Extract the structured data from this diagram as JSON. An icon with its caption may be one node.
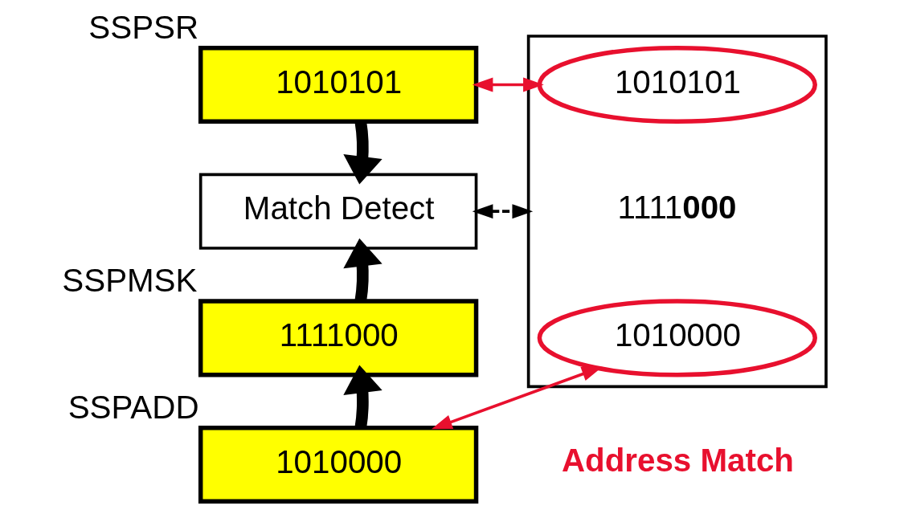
{
  "diagram": {
    "nodes": [
      {
        "text": [
          "1010101"
        ],
        "beside": [
          "SSPSR"
        ]
      },
      {
        "text": [
          "Match Detect"
        ]
      },
      {
        "text": [
          "1111000"
        ],
        "beside": [
          "SSPMSK"
        ]
      },
      {
        "text": [
          "1010000"
        ],
        "beside": [
          "SSPADD"
        ]
      },
      {
        "text": [],
        "shape": "box"
      },
      {
        "text": [
          "1010101"
        ],
        "in": 4
      },
      {
        "text": [
          "1111**000**"
        ],
        "in": 4
      },
      {
        "text": [
          "1010000"
        ],
        "in": 4
      }
    ],
    "edges": [
      {
        "from": 0,
        "to": 1,
        "arrow": "to",
        "style": "thick"
      },
      {
        "from": 2,
        "to": 1,
        "arrow": "to",
        "style": "thick"
      },
      {
        "from": 3,
        "to": 2,
        "arrow": "to",
        "style": "thick"
      },
      {
        "from": 0,
        "to": 5,
        "arrow": "both",
        "color": "#e8102e"
      },
      {
        "from": 1,
        "to": 4,
        "arrow": "both",
        "style": "dashed"
      },
      {
        "from": 3,
        "to": 7,
        "arrow": "both",
        "color": "#e8102e"
      }
    ],
    "labels": [
      "Address Match"
    ]
  }
}
